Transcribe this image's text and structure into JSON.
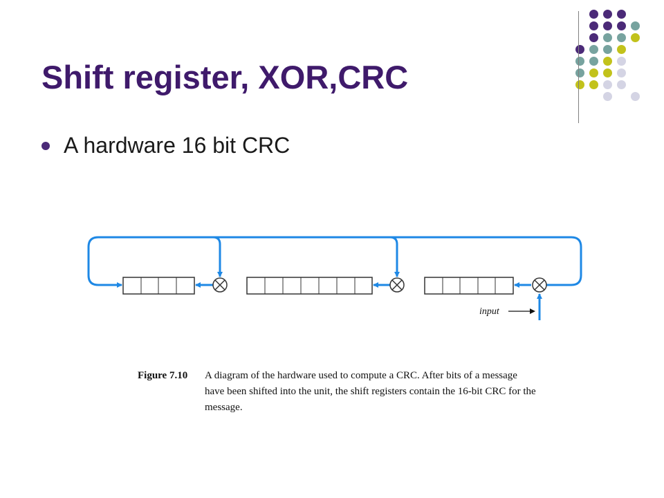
{
  "slide": {
    "title": "Shift register, XOR,CRC",
    "bullets": [
      "A hardware 16 bit CRC"
    ]
  },
  "diagram": {
    "input_label": "input",
    "register_cells": [
      4,
      7,
      5
    ],
    "components": [
      "shift-register",
      "xor-gate",
      "feedback-loop"
    ]
  },
  "caption": {
    "label": "Figure 7.10",
    "text": "A diagram of the hardware used to compute a CRC. After bits of a message have been shifted into the unit, the shift registers contain the 16-bit CRC for the message."
  },
  "colors": {
    "title": "#3f1a6b",
    "purple": "#4b2a78",
    "teal": "#77a39f",
    "olive": "#c2c21b",
    "lavender": "#d4d4e4",
    "wire": "#1e88e5"
  }
}
